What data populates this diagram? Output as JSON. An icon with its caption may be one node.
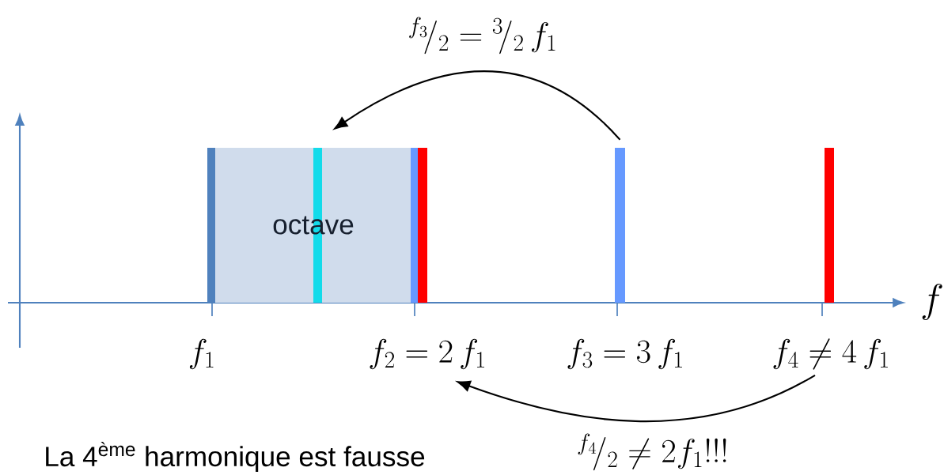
{
  "diagram": {
    "nodes": [
      {
        "text": [
          "octave"
        ]
      },
      {
        "text": [],
        "shape": "bar"
      },
      {
        "text": [
          "f_2= 2\\,f_1"
        ]
      },
      {
        "text": [
          "f_4 \\neq 4\\,f_1"
        ]
      }
    ],
    "edges": [
      {
        "from": 1,
        "to": 0,
        "arrow": "to",
        "label": "{}^{f_3}\\!/_{2} = {}^{3}\\!/_{2}\\,f_1"
      },
      {
        "from": 3,
        "to": 2,
        "arrow": "to",
        "label": "{}^{f_4}\\!/_{2} \\neq 2f_1!!!"
      }
    ],
    "labels": [
      "f",
      "f_1",
      "f_3= 3\\,f_1",
      "La 4$^{ème}$ harmonique est fausse"
    ]
  }
}
